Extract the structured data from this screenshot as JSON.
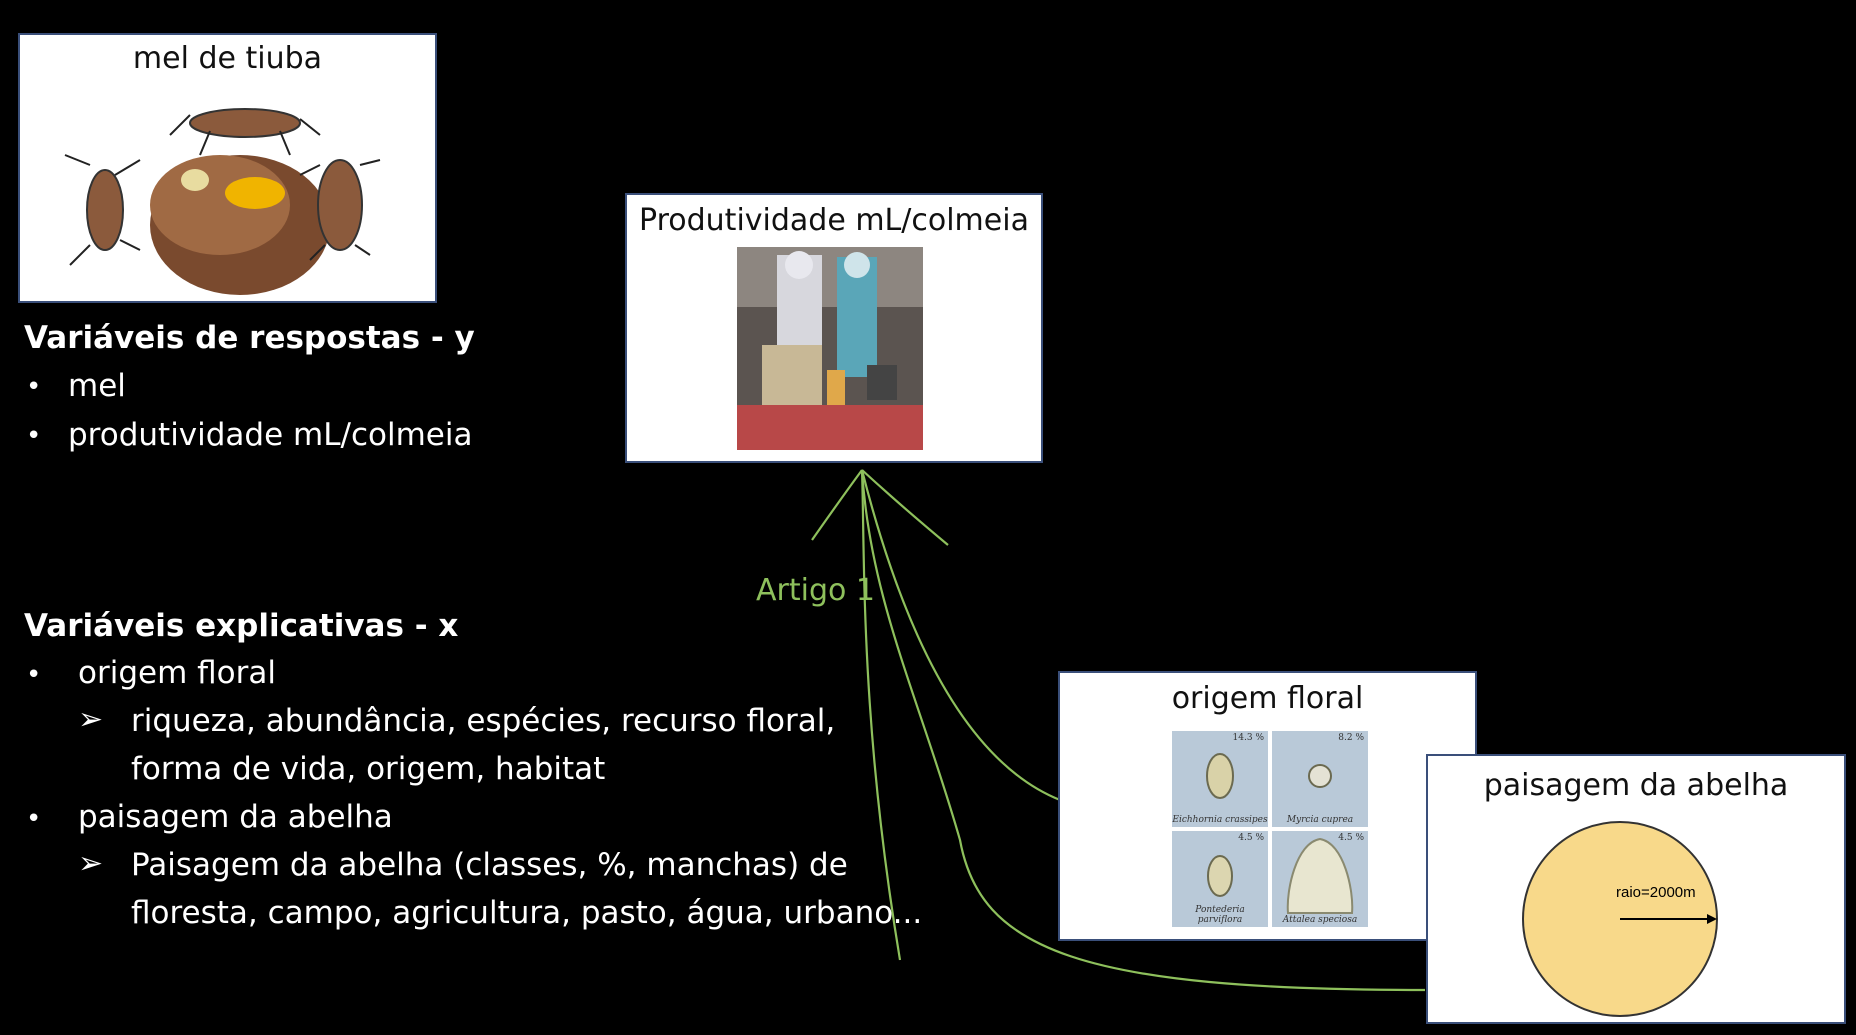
{
  "card_mel": {
    "title": "mel de tiuba"
  },
  "card_prod": {
    "title": "Produtividade mL/colmeia"
  },
  "card_origem": {
    "title": "origem floral",
    "pollen": [
      {
        "pct": "14.3 %",
        "name": "Eichhornia crassipes"
      },
      {
        "pct": "8.2 %",
        "name": "Myrcia cuprea"
      },
      {
        "pct": "4.5 %",
        "name": "Pontederia parviflora"
      },
      {
        "pct": "4.5 %",
        "name": "Attalea speciosa"
      }
    ]
  },
  "card_paisagem": {
    "title": "paisagem da abelha",
    "radius_label": "raio=2000m",
    "circle_color": "#f8d98a"
  },
  "respostas": {
    "heading": "Variáveis de respostas - y",
    "items": [
      "mel",
      "produtividade mL/colmeia"
    ]
  },
  "explicativas": {
    "heading": "Variáveis explicativas - x",
    "item1": "origem floral",
    "item1_sub_line1": "riqueza, abundância, espécies, recurso floral,",
    "item1_sub_line2": "forma de vida, origem, habitat",
    "item2": "paisagem da abelha",
    "item2_sub_line1": "Paisagem da abelha (classes, %, manchas) de",
    "item2_sub_line2": "floresta, campo, agricultura, pasto, água, urbano..."
  },
  "connector_label": "Artigo 1",
  "colors": {
    "accent_green": "#8ec05c",
    "card_border": "#3a4f7a",
    "background": "#000000"
  }
}
